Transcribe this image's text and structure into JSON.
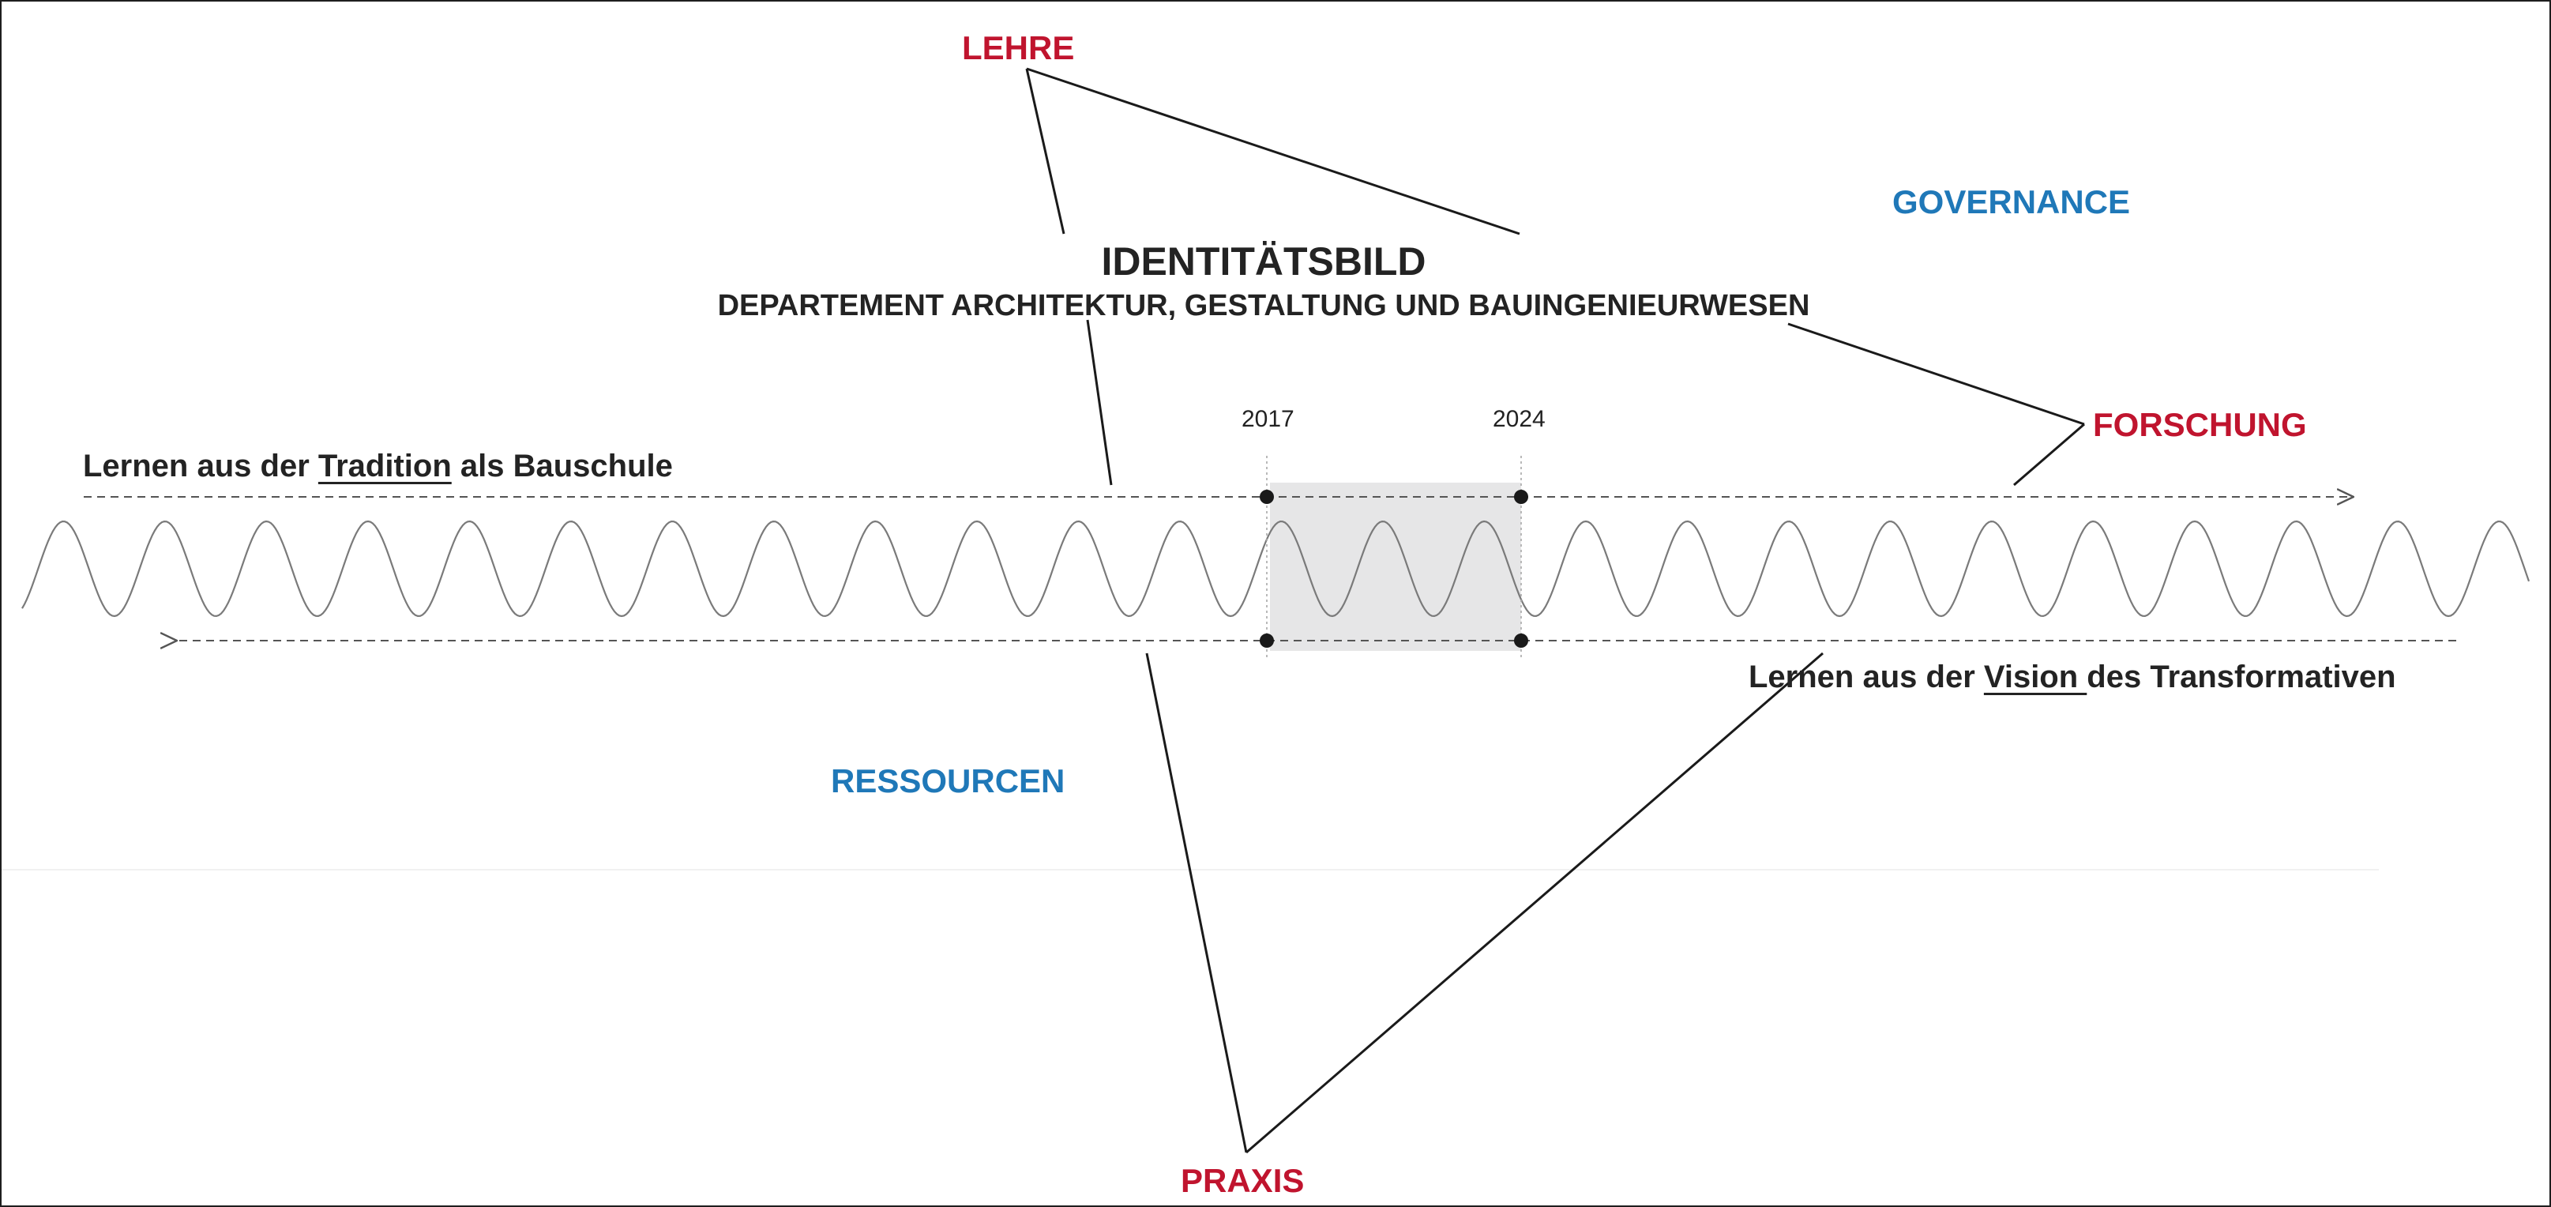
{
  "title": "IDENTITÄTSBILD",
  "subtitle": "DEPARTEMENT ARCHITEKTUR, GESTALTUNG UND BAUINGENIEURWESEN",
  "nodes": {
    "lehre": "LEHRE",
    "forschung": "FORSCHUNG",
    "praxis": "PRAXIS",
    "governance": "GOVERNANCE",
    "ressourcen": "RESSOURCEN"
  },
  "timeline": {
    "start_year": "2017",
    "end_year": "2024",
    "top_arrow": {
      "prefix": "Lernen aus der ",
      "keyword": "Tradition",
      "suffix": " als Bauschule"
    },
    "bottom_arrow": {
      "prefix": "Lernen aus der ",
      "keyword": "Vision ",
      "suffix": "des Transformativen"
    }
  },
  "colors": {
    "accent_red": "#c0142e",
    "accent_blue": "#1f78b8",
    "text_dark": "#232323",
    "highlight_fill": "#e6e6e7",
    "wave_stroke": "#7a7a7a"
  }
}
